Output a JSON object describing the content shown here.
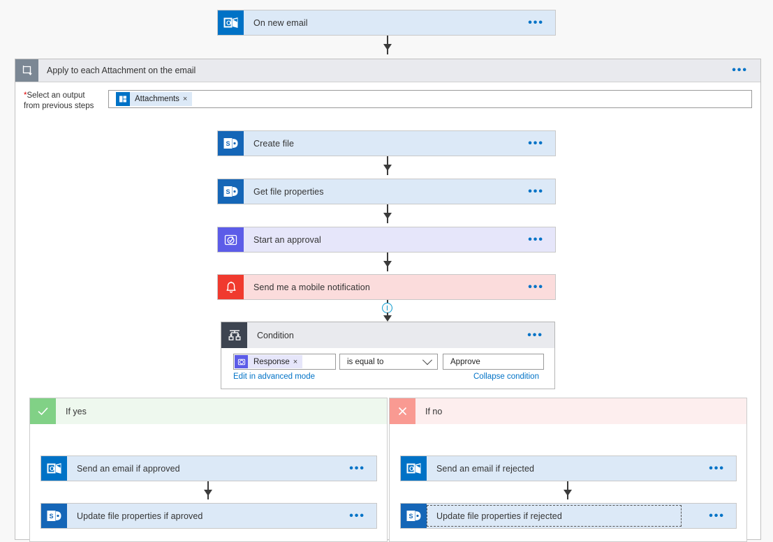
{
  "flow": {
    "trigger": {
      "label": "On new email",
      "icon": "outlook-icon",
      "menu": "•••"
    },
    "foreach": {
      "title": "Apply to each Attachment on the email",
      "icon": "loop-icon",
      "menu": "•••",
      "field_label_required": "*",
      "field_label_line1": "Select an output",
      "field_label_line2": "from previous steps",
      "token": {
        "text": "Attachments",
        "remove": "×",
        "icon": "attachment-token-icon"
      }
    },
    "steps": [
      {
        "label": "Create file",
        "icon": "sharepoint-icon",
        "color_class": "c-blue",
        "icon_class": "ib-sharepoint",
        "menu": "•••"
      },
      {
        "label": "Get file properties",
        "icon": "sharepoint-icon",
        "color_class": "c-blue",
        "icon_class": "ib-sharepoint",
        "menu": "•••"
      },
      {
        "label": "Start an approval",
        "icon": "approval-icon",
        "color_class": "c-purple",
        "icon_class": "ib-approval",
        "menu": "•••"
      },
      {
        "label": "Send me a mobile notification",
        "icon": "bell-icon",
        "color_class": "c-red",
        "icon_class": "ib-notify",
        "menu": "•••"
      }
    ],
    "condition": {
      "title": "Condition",
      "icon": "condition-branch-icon",
      "menu": "•••",
      "left_token": {
        "text": "Response",
        "remove": "×",
        "icon": "approval-token-icon"
      },
      "operator": "is equal to",
      "operator_icon": "chevron-down-icon",
      "right_value": "Approve",
      "advanced_link": "Edit in advanced mode",
      "collapse_link": "Collapse condition"
    },
    "branch_yes": {
      "title": "If yes",
      "icon": "checkmark-icon",
      "steps": [
        {
          "label": "Send an email if approved",
          "icon": "outlook-icon",
          "icon_class": "ib-outlook",
          "menu": "•••",
          "selected": false
        },
        {
          "label": "Update file properties if aproved",
          "icon": "sharepoint-icon",
          "icon_class": "ib-sharepoint",
          "menu": "•••",
          "selected": false
        }
      ]
    },
    "branch_no": {
      "title": "If no",
      "icon": "close-x-icon",
      "steps": [
        {
          "label": "Send an email if rejected",
          "icon": "outlook-icon",
          "icon_class": "ib-outlook",
          "menu": "•••",
          "selected": false
        },
        {
          "label": "Update file properties if rejected",
          "icon": "sharepoint-icon",
          "icon_class": "ib-sharepoint",
          "menu": "•••",
          "selected": true
        }
      ]
    },
    "colors": {
      "canvas_bg": "#f8f8f8",
      "card_blue": "#dce9f7",
      "card_purple": "#e6e6fa",
      "card_red": "#fbdcdc",
      "outlook_blue": "#0072c6",
      "sharepoint_blue": "#1566b7",
      "approval_purple": "#5c5ce8",
      "notify_red": "#f03a2e",
      "yes_green": "#81d186",
      "no_red": "#f99a92",
      "link_blue": "#0072c6",
      "header_grey": "#e9eaee",
      "condition_header_dark": "#4a5360"
    }
  }
}
